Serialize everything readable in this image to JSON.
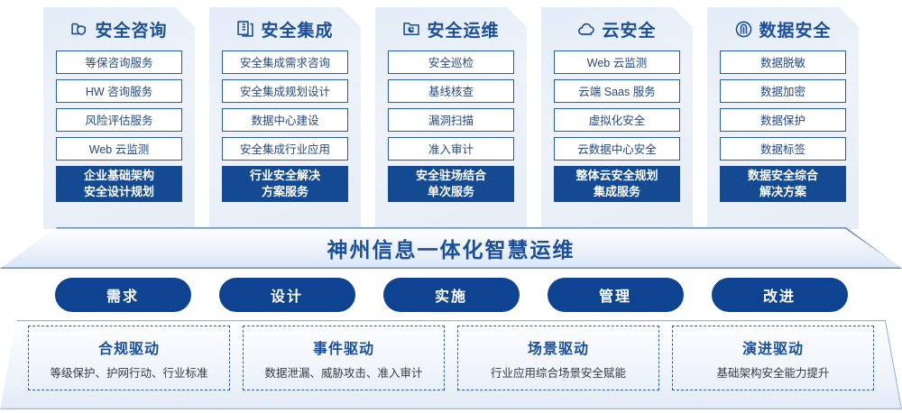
{
  "columns": [
    {
      "icon": "folder-shield-icon",
      "title": "安全咨询",
      "items": [
        "等保咨询服务",
        "HW 咨询服务",
        "风险评估服务",
        "Web 云监测"
      ],
      "footer": [
        "企业基础架构",
        "安全设计规划"
      ]
    },
    {
      "icon": "documents-stack-icon",
      "title": "安全集成",
      "items": [
        "安全集成需求咨询",
        "安全集成规划设计",
        "数据中心建设",
        "安全集成行业应用"
      ],
      "footer": [
        "行业安全解决",
        "方案服务"
      ]
    },
    {
      "icon": "folder-chart-icon",
      "title": "安全运维",
      "items": [
        "安全巡检",
        "基线核查",
        "漏洞扫描",
        "准入审计"
      ],
      "footer": [
        "安全驻场结合",
        "单次服务"
      ]
    },
    {
      "icon": "cloud-icon",
      "title": "云安全",
      "items": [
        "Web 云监测",
        "云端 Saas 服务",
        "虚拟化安全",
        "云数据中心安全"
      ],
      "footer": [
        "整体云安全规划",
        "集成服务"
      ]
    },
    {
      "icon": "fingerprint-icon",
      "title": "数据安全",
      "items": [
        "数据脱敏",
        "数据加密",
        "数据保护",
        "数据标签"
      ],
      "footer": [
        "数据安全综合",
        "解决方案"
      ]
    }
  ],
  "banner": {
    "title": "神州信息一体化智慧运维"
  },
  "stages": [
    {
      "label": "需求"
    },
    {
      "label": "设计"
    },
    {
      "label": "实施"
    },
    {
      "label": "管理"
    },
    {
      "label": "改进"
    }
  ],
  "drivers": [
    {
      "title": "合规驱动",
      "desc": "等级保护、护网行动、行业标准"
    },
    {
      "title": "事件驱动",
      "desc": "数据泄漏、威胁攻击、准入审计"
    },
    {
      "title": "场景驱动",
      "desc": "行业应用综合场景安全赋能"
    },
    {
      "title": "演进驱动",
      "desc": "基础架构安全能力提升"
    }
  ],
  "colors": {
    "brand_blue": "#1b4f9c",
    "deep_blue": "#134a92",
    "pill_blue": "#0d4391",
    "card_border": "#2a5caa",
    "panel_bg": "#e8eef8"
  }
}
